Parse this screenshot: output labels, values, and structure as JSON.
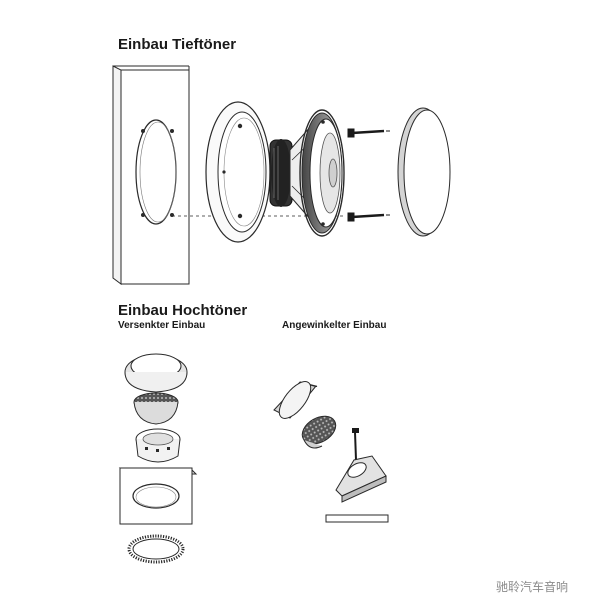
{
  "headings": {
    "woofer_install": "Einbau Tieftöner",
    "tweeter_install": "Einbau Hochtöner",
    "flush_mount": "Versenkter Einbau",
    "angled_mount": "Angewinkelter Einbau"
  },
  "watermark": "驰聆汽车音响",
  "colors": {
    "line": "#2a2a2a",
    "shade": "#d8d8d8",
    "dark": "#3a3a3a"
  }
}
